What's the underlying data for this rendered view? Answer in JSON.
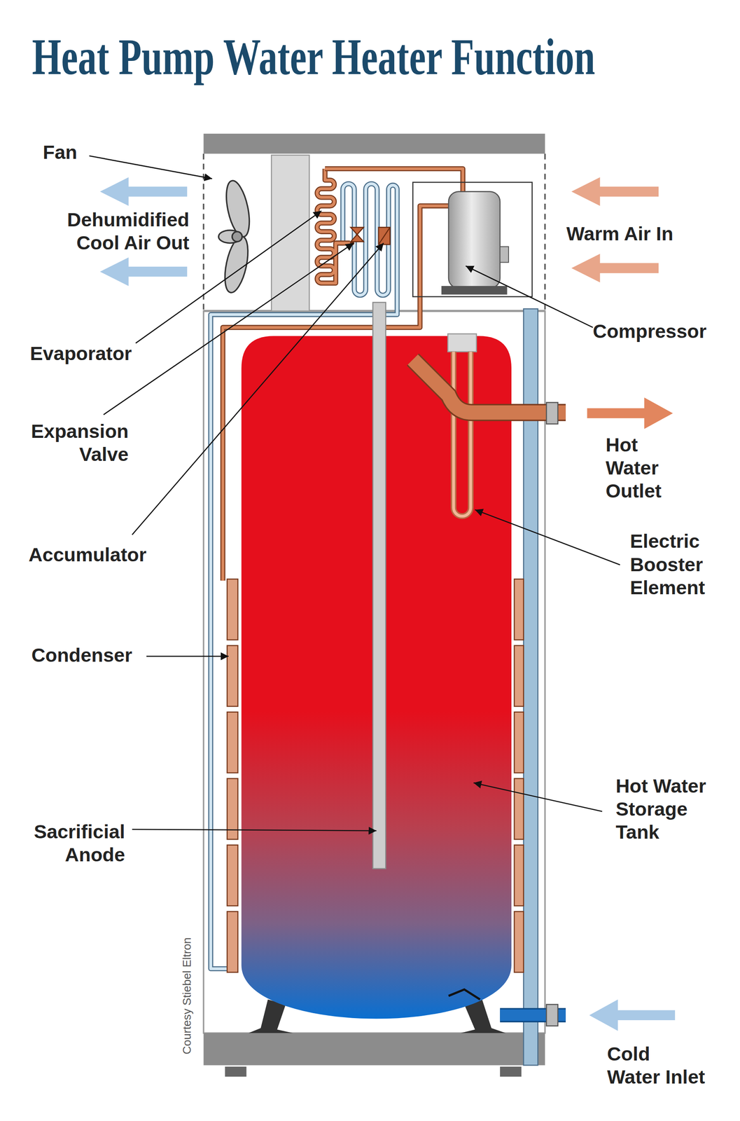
{
  "diagram": {
    "title": "Heat Pump Water Heater Function",
    "labels": [
      "Fan",
      "Dehumidified Cool Air Out",
      "Warm Air In",
      "Evaporator",
      "Compressor",
      "Expansion Valve",
      "Hot Water Outlet",
      "Accumulator",
      "Electric Booster Element",
      "Condenser",
      "Hot Water Storage Tank",
      "Sacrificial Anode",
      "Cold Water Inlet",
      "Courtesy Stiebel Eltron"
    ]
  }
}
